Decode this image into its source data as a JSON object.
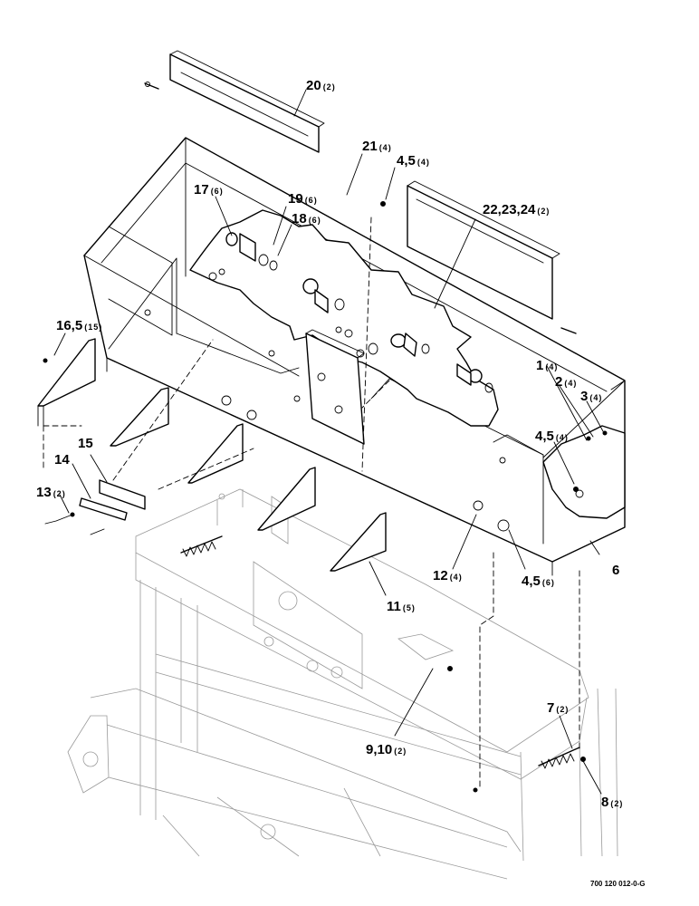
{
  "figure": {
    "reference_number": "700 120 012-0-G"
  },
  "callouts": [
    {
      "id": "c20",
      "label": "20",
      "qty": "(2)"
    },
    {
      "id": "c21",
      "label": "21",
      "qty": "(4)"
    },
    {
      "id": "c45a",
      "label": "4,5",
      "qty": "(4)"
    },
    {
      "id": "c17",
      "label": "17",
      "qty": "(6)"
    },
    {
      "id": "c19",
      "label": "19",
      "qty": "(6)"
    },
    {
      "id": "c18",
      "label": "18",
      "qty": "(6)"
    },
    {
      "id": "c222324",
      "label": "22,23,24",
      "qty": "(2)"
    },
    {
      "id": "c165",
      "label": "16,5",
      "qty": "(15)"
    },
    {
      "id": "c1",
      "label": "1",
      "qty": "(4)"
    },
    {
      "id": "c2",
      "label": "2",
      "qty": "(4)"
    },
    {
      "id": "c3",
      "label": "3",
      "qty": "(4)"
    },
    {
      "id": "c45b",
      "label": "4,5",
      "qty": "(4)"
    },
    {
      "id": "c14",
      "label": "14",
      "qty": ""
    },
    {
      "id": "c15",
      "label": "15",
      "qty": ""
    },
    {
      "id": "c13",
      "label": "13",
      "qty": "(2)"
    },
    {
      "id": "c12",
      "label": "12",
      "qty": "(4)"
    },
    {
      "id": "c45c",
      "label": "4,5",
      "qty": "(6)"
    },
    {
      "id": "c6",
      "label": "6",
      "qty": ""
    },
    {
      "id": "c11",
      "label": "11",
      "qty": "(5)"
    },
    {
      "id": "c910",
      "label": "9,10",
      "qty": "(2)"
    },
    {
      "id": "c7",
      "label": "7",
      "qty": "(2)"
    },
    {
      "id": "c8",
      "label": "8",
      "qty": "(2)"
    }
  ]
}
